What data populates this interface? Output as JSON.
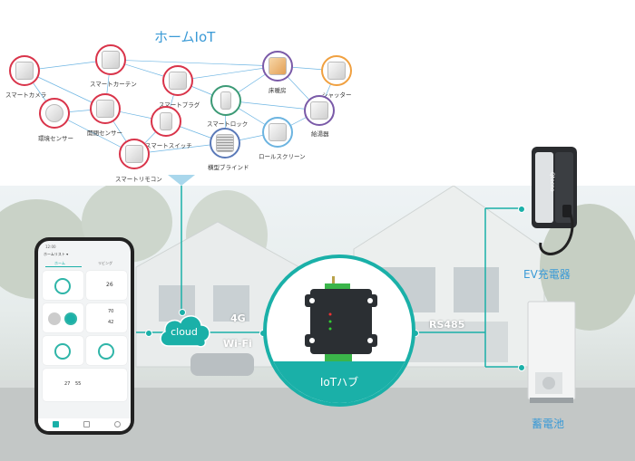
{
  "title": "ホームIoT",
  "devices": [
    {
      "name": "smart-camera",
      "label": "スマートカメラ",
      "color": "red"
    },
    {
      "name": "smart-curtain",
      "label": "スマートカーテン",
      "color": "red"
    },
    {
      "name": "smart-plug",
      "label": "スマートプラグ",
      "color": "red"
    },
    {
      "name": "floor-heating",
      "label": "床暖房",
      "color": "purple"
    },
    {
      "name": "shutter",
      "label": "シャッター",
      "color": "orange"
    },
    {
      "name": "environment-sensor",
      "label": "環境センサー",
      "color": "red"
    },
    {
      "name": "door-sensor",
      "label": "開閉センサー",
      "color": "red"
    },
    {
      "name": "smart-lock",
      "label": "スマートロック",
      "color": "green"
    },
    {
      "name": "water-heater",
      "label": "給湯器",
      "color": "purple"
    },
    {
      "name": "smart-switch",
      "label": "スマートスイッチ",
      "color": "red"
    },
    {
      "name": "horizontal-blind",
      "label": "横型ブラインド",
      "color": "blue"
    },
    {
      "name": "roll-screen",
      "label": "ロールスクリーン",
      "color": "lightblue"
    },
    {
      "name": "smart-remote",
      "label": "スマートリモコン",
      "color": "red"
    }
  ],
  "cloud": {
    "label": "cloud"
  },
  "connection_left": {
    "line1": "4G",
    "line2": "Wi-Fi"
  },
  "connection_right": {
    "label": "RS485"
  },
  "hub": {
    "label": "IoTハブ"
  },
  "ev": {
    "label": "EV充電器",
    "brand": "Qtecno"
  },
  "battery": {
    "label": "蓄電池"
  },
  "app": {
    "time": "12:00",
    "header": "ホームリスト ▾",
    "tab1": "ホーム",
    "tab2": "リビング",
    "tile_values": [
      "26",
      "70",
      "42",
      "27",
      "55"
    ]
  },
  "colors": {
    "teal": "#1ab0a8",
    "title_blue": "#3a9ad6"
  }
}
